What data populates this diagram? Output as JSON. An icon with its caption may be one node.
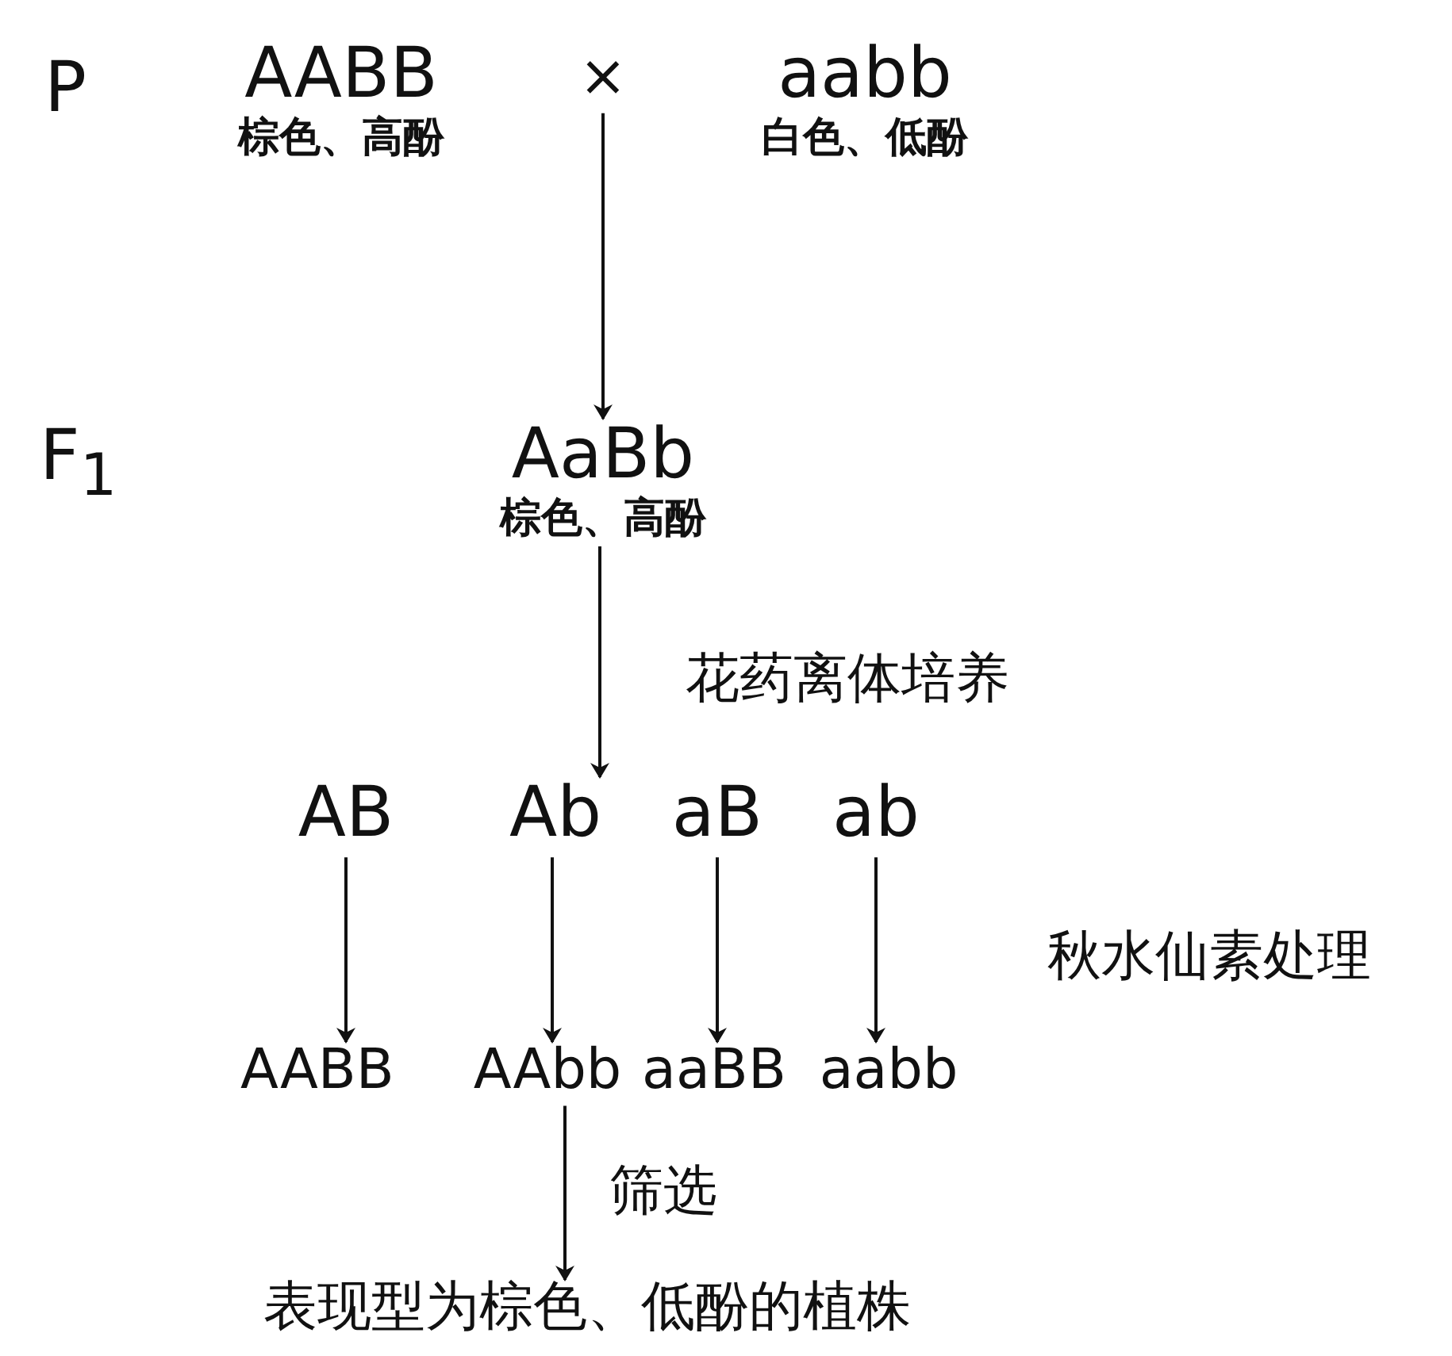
{
  "diagram": {
    "nodes": [
      {
        "text": [
          "AABB",
          "棕色、高酚"
        ]
      },
      {
        "text": [
          "×"
        ]
      },
      {
        "text": [
          "aabb",
          "白色、低酚"
        ]
      },
      {
        "text": [
          "AaBb",
          "棕色、高酚"
        ]
      },
      {
        "text": [
          "AB"
        ]
      },
      {
        "text": [
          "Ab"
        ]
      },
      {
        "text": [
          "aB"
        ]
      },
      {
        "text": [
          "ab"
        ]
      },
      {
        "text": [
          "AABB"
        ]
      },
      {
        "text": [
          "AAbb"
        ]
      },
      {
        "text": [
          "aaBB"
        ]
      },
      {
        "text": [
          "aabb"
        ]
      },
      {
        "text": [
          "表现型为棕色、低酚的植株"
        ]
      }
    ],
    "edges": [
      {
        "from": 1,
        "to": 3,
        "arrow": "to"
      },
      {
        "from": 3,
        "to": 5,
        "arrow": "to"
      },
      {
        "from": 4,
        "to": 8,
        "arrow": "to"
      },
      {
        "from": 5,
        "to": 9,
        "arrow": "to"
      },
      {
        "from": 6,
        "to": 10,
        "arrow": "to"
      },
      {
        "from": 7,
        "to": 11,
        "arrow": "to"
      },
      {
        "from": 9,
        "to": 12,
        "arrow": "to",
        "label": "筛选"
      }
    ],
    "labels": [
      "P",
      "F$_{1}$",
      "花药离体培养",
      "秋水仙素处理"
    ]
  }
}
